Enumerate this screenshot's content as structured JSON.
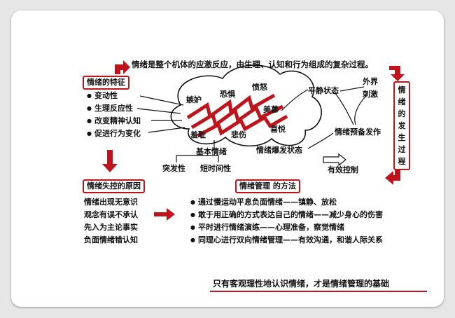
{
  "header": {
    "definition": "情绪是整个机体的应激反应，由生理、认知和行为组成的复杂过程。"
  },
  "features": {
    "title": "情绪的特征",
    "items": [
      "变动性",
      "生理反应性",
      "改变精神认知",
      "促进行为变化"
    ]
  },
  "cloud": {
    "words": [
      "嫉妒",
      "恐惧",
      "愤怒",
      "羞耻",
      "悲伤",
      "喜悦",
      "美慕"
    ]
  },
  "basic": {
    "title": "基本情绪",
    "items": [
      "突发性",
      "短时间性"
    ]
  },
  "process": {
    "calm": "平静状态",
    "external": "外界",
    "stimulus": "刺激",
    "pre": "情绪预备发作",
    "burst": "情绪爆发状态",
    "control": "有效控制",
    "vertical_title": "情绪的发生过程"
  },
  "causes": {
    "title": "情绪失控的原因",
    "lines": [
      "情绪出现无意识",
      "观念有误不承认",
      "先入为主论事实",
      "负面情绪错认知"
    ]
  },
  "management": {
    "title": "情绪管理 的方法",
    "items": [
      "通过慢运动平息负面情绪——镇静、放松",
      "敢于用正确的方式表达自己的情绪——减少身心的伤害",
      "平时进行情绪演练——心理准备，察觉情绪",
      "同理心进行双向情绪管理——有效沟通，和谐人际关系"
    ]
  },
  "footer": {
    "conclusion": "只有客观理性地认识情绪，才是情绪管理的基础"
  },
  "colors": {
    "accent": "#c0141c",
    "ink": "#111111"
  }
}
